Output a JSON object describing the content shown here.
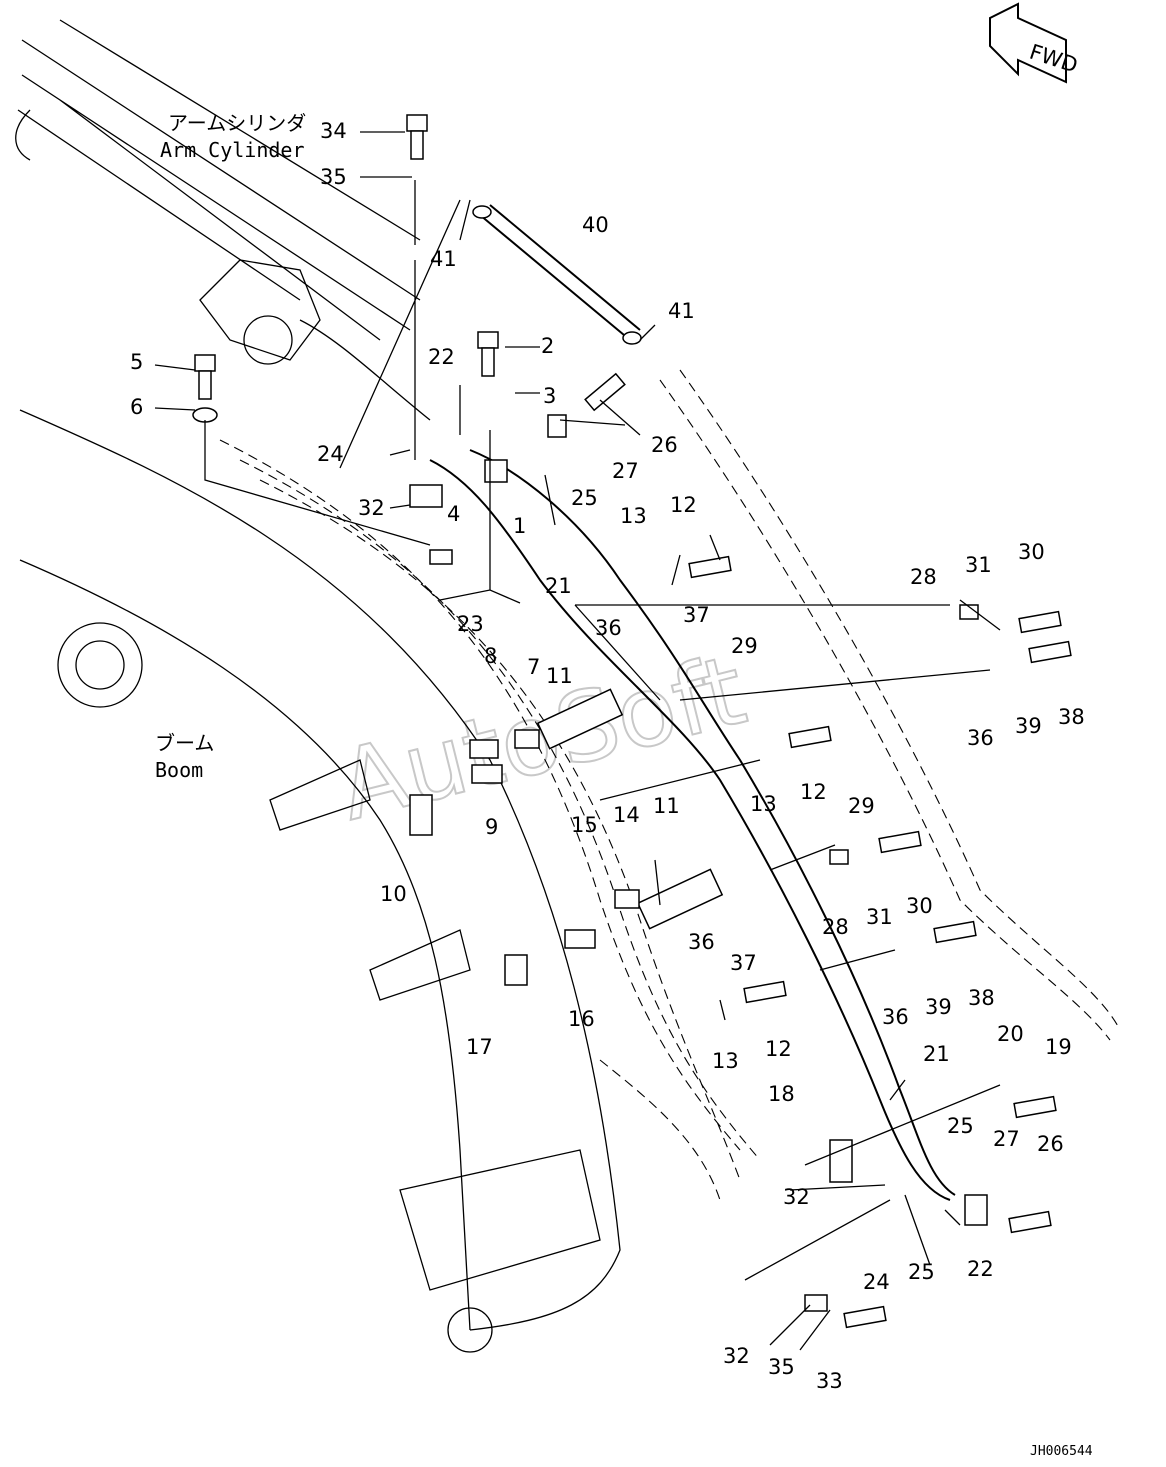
{
  "watermark": "AutoSoft",
  "fwd_label": "FWD",
  "arm_cylinder_jp": "アームシリンダ",
  "arm_cylinder_en": "Arm Cylinder",
  "boom_jp": "ブーム",
  "boom_en": "Boom",
  "drawing_code": "JH006544",
  "callouts": [
    "34",
    "35",
    "41",
    "40",
    "41",
    "2",
    "22",
    "3",
    "26",
    "5",
    "6",
    "27",
    "24",
    "25",
    "32",
    "4",
    "1",
    "21",
    "13",
    "12",
    "23",
    "28",
    "31",
    "30",
    "8",
    "7",
    "11",
    "36",
    "37",
    "29",
    "36",
    "39",
    "38",
    "9",
    "10",
    "13",
    "12",
    "15",
    "14",
    "11",
    "29",
    "28",
    "31",
    "30",
    "36",
    "37",
    "36",
    "39",
    "38",
    "16",
    "17",
    "13",
    "12",
    "21",
    "20",
    "19",
    "18",
    "25",
    "27",
    "26",
    "32",
    "22",
    "24",
    "25",
    "32",
    "35",
    "33"
  ]
}
